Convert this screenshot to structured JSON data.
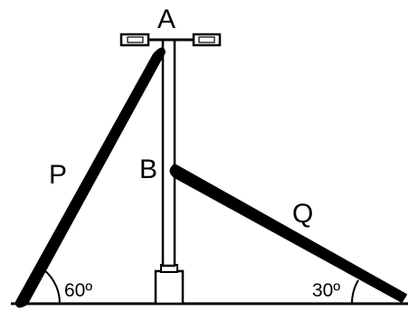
{
  "labels": {
    "top_point": "A",
    "mid_point": "B",
    "left_ladder": "P",
    "right_ladder": "Q",
    "left_angle": "60º",
    "right_angle": "30º"
  },
  "colors": {
    "ink": "#000000",
    "background": "#ffffff"
  }
}
